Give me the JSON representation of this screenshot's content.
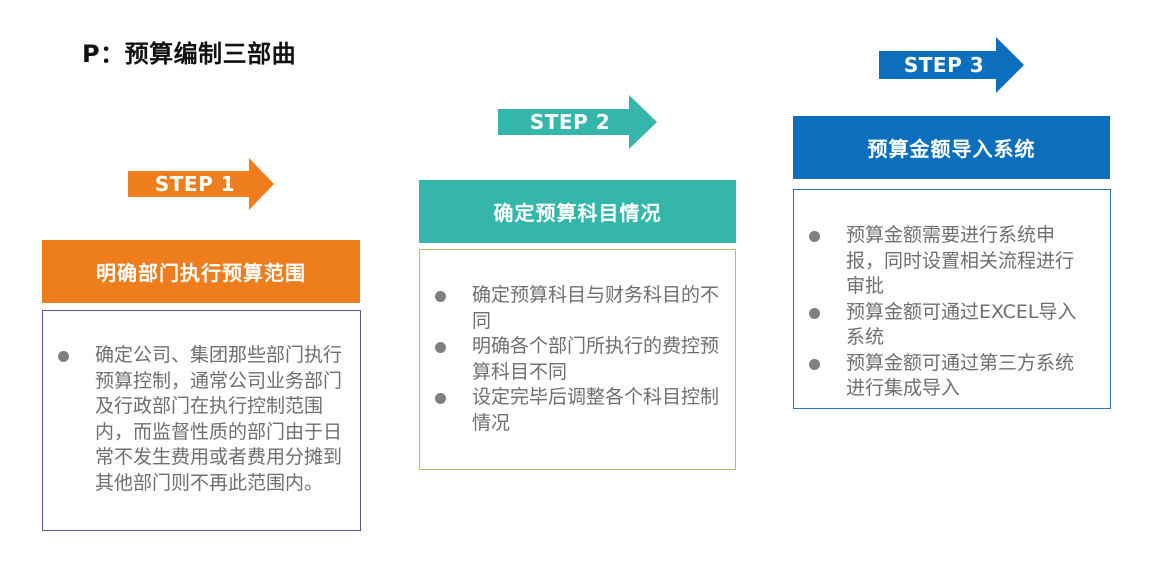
{
  "title": "P：预算编制三部曲",
  "colors": {
    "step1": "#ee7d1e",
    "step2": "#35b6aa",
    "step3": "#0b6fbd",
    "step1_border": "#6a4c93",
    "step2_border": "#a9c46a",
    "step3_border": "#2e75b6",
    "bullet": "#7f7f7f",
    "body_text": "#6f6f6f"
  },
  "steps": [
    {
      "label": "STEP 1",
      "header": "明确部门执行预算范围",
      "bullets": [
        "确定公司、集团那些部门执行预算控制，通常公司业务部门及行政部门在执行控制范围内，而监督性质的部门由于日常不发生费用或者费用分摊到其他部门则不再此范围内。"
      ]
    },
    {
      "label": "STEP 2",
      "header": "确定预算科目情况",
      "bullets": [
        "确定预算科目与财务科目的不同",
        "明确各个部门所执行的费控预算科目不同",
        "设定完毕后调整各个科目控制情况"
      ]
    },
    {
      "label": "STEP 3",
      "header": "预算金额导入系统",
      "bullets": [
        "预算金额需要进行系统申报，同时设置相关流程进行审批",
        "预算金额可通过EXCEL导入系统",
        "预算金额可通过第三方系统进行集成导入"
      ]
    }
  ]
}
